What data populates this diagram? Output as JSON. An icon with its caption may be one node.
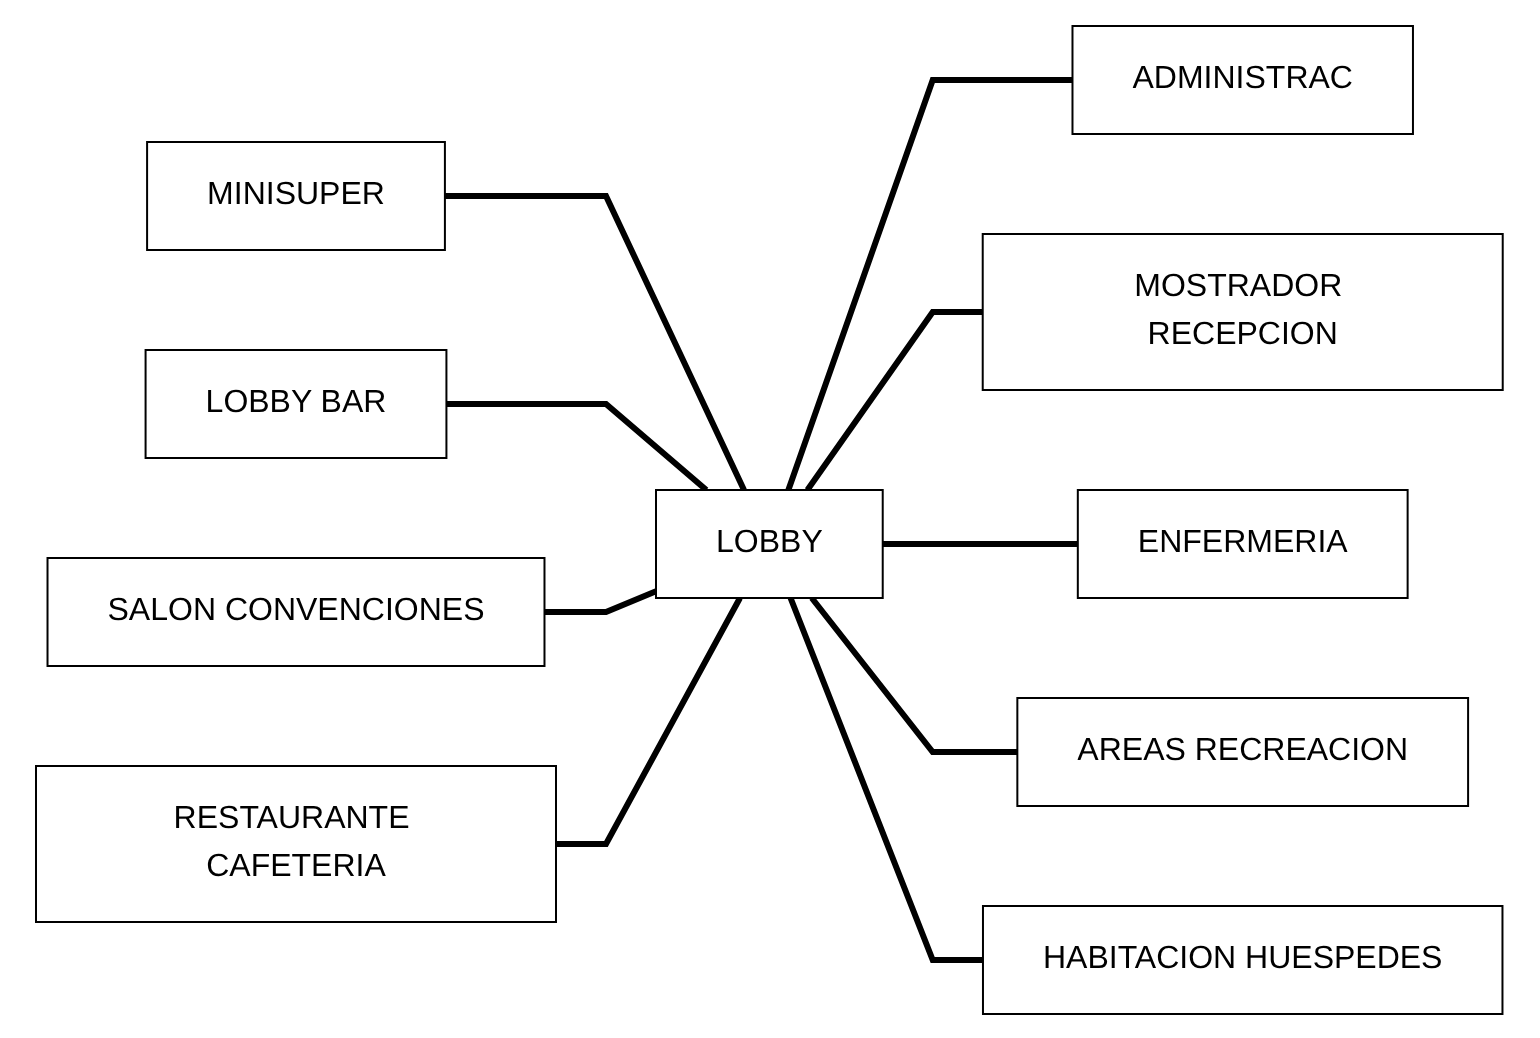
{
  "diagram": {
    "nodes": [
      {
        "text": [
          "MINISUPER"
        ]
      },
      {
        "text": [
          "ADMINISTRAC"
        ]
      },
      {
        "text": [
          "LOBBY BAR"
        ]
      },
      {
        "text": [
          "LOBBY"
        ]
      },
      {
        "text": [
          "MOSTRADOR RECEPCION"
        ]
      },
      {
        "text": [
          "SALON CONVENCIONES"
        ]
      },
      {
        "text": [
          "ENFERMERIA"
        ]
      },
      {
        "text": [
          "RESTAURANTE CAFETERIA"
        ]
      },
      {
        "text": [
          "AREAS RECREACION"
        ]
      },
      {
        "text": [
          "HABITACION HUESPEDES"
        ]
      }
    ],
    "edges": [
      {
        "from": 0,
        "to": 3,
        "arrow": "none"
      },
      {
        "from": 3,
        "to": 1,
        "arrow": "none"
      },
      {
        "from": 2,
        "to": 3,
        "arrow": "none"
      },
      {
        "from": 3,
        "to": 4,
        "arrow": "none"
      },
      {
        "from": 5,
        "to": 3,
        "arrow": "none"
      },
      {
        "from": 3,
        "to": 6,
        "arrow": "none"
      },
      {
        "from": 7,
        "to": 3,
        "arrow": "none"
      },
      {
        "from": 3,
        "to": 8,
        "arrow": "none"
      },
      {
        "from": 3,
        "to": 9,
        "arrow": "none"
      }
    ]
  }
}
